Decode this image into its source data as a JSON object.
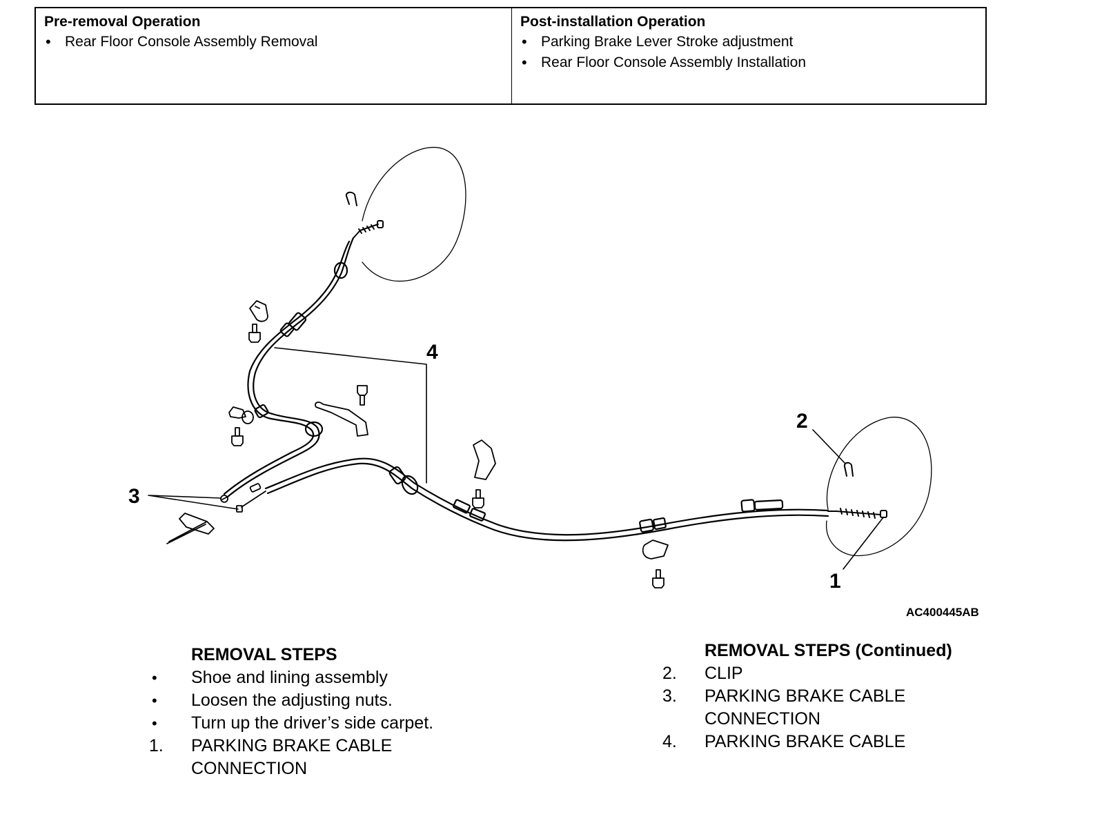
{
  "operations": {
    "pre_removal": {
      "title": "Pre-removal Operation",
      "items": [
        "Rear Floor Console Assembly Removal"
      ]
    },
    "post_installation": {
      "title": "Post-installation Operation",
      "items": [
        "Parking Brake Lever Stroke adjustment",
        "Rear Floor Console Assembly Installation"
      ]
    }
  },
  "diagram": {
    "callouts": [
      "1",
      "2",
      "3",
      "4"
    ],
    "figure_id": "AC400445AB"
  },
  "removal_steps": {
    "title": "REMOVAL STEPS",
    "bullet": "•",
    "steps": [
      {
        "marker": "•",
        "text": "Shoe and lining assembly"
      },
      {
        "marker": "•",
        "text": "Loosen the adjusting nuts."
      },
      {
        "marker": "•",
        "text": "Turn up the driver’s side carpet."
      },
      {
        "marker": "1.",
        "text": "PARKING BRAKE CABLE CONNECTION"
      }
    ]
  },
  "removal_steps_continued": {
    "title": "REMOVAL STEPS (Continued)",
    "steps": [
      {
        "marker": "2.",
        "text": "CLIP"
      },
      {
        "marker": "3.",
        "text": "PARKING BRAKE CABLE CONNECTION"
      },
      {
        "marker": "4.",
        "text": "PARKING BRAKE CABLE"
      }
    ]
  }
}
